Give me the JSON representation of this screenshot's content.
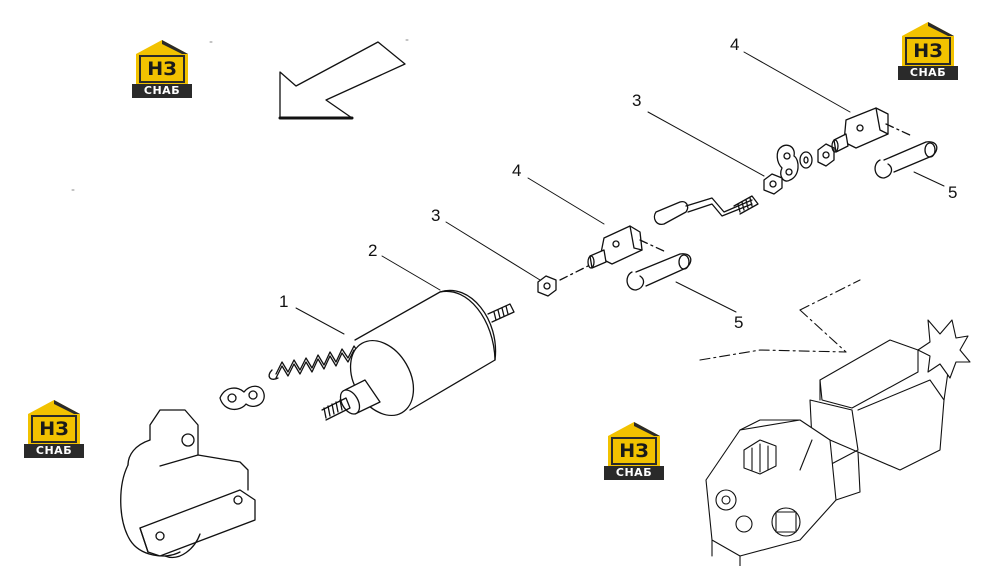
{
  "callouts": {
    "c1": "1",
    "c2": "2",
    "c3a": "3",
    "c3b": "3",
    "c4a": "4",
    "c4b": "4",
    "c5a": "5",
    "c5b": "5"
  },
  "watermark": {
    "mark_text": "НЗ",
    "band_text": "СНАБ",
    "colors": {
      "roof": "#f2b705",
      "mark": "#f2c200",
      "band": "#2a2a2a"
    }
  },
  "colors": {
    "line": "#111111",
    "paper": "#ffffff"
  }
}
